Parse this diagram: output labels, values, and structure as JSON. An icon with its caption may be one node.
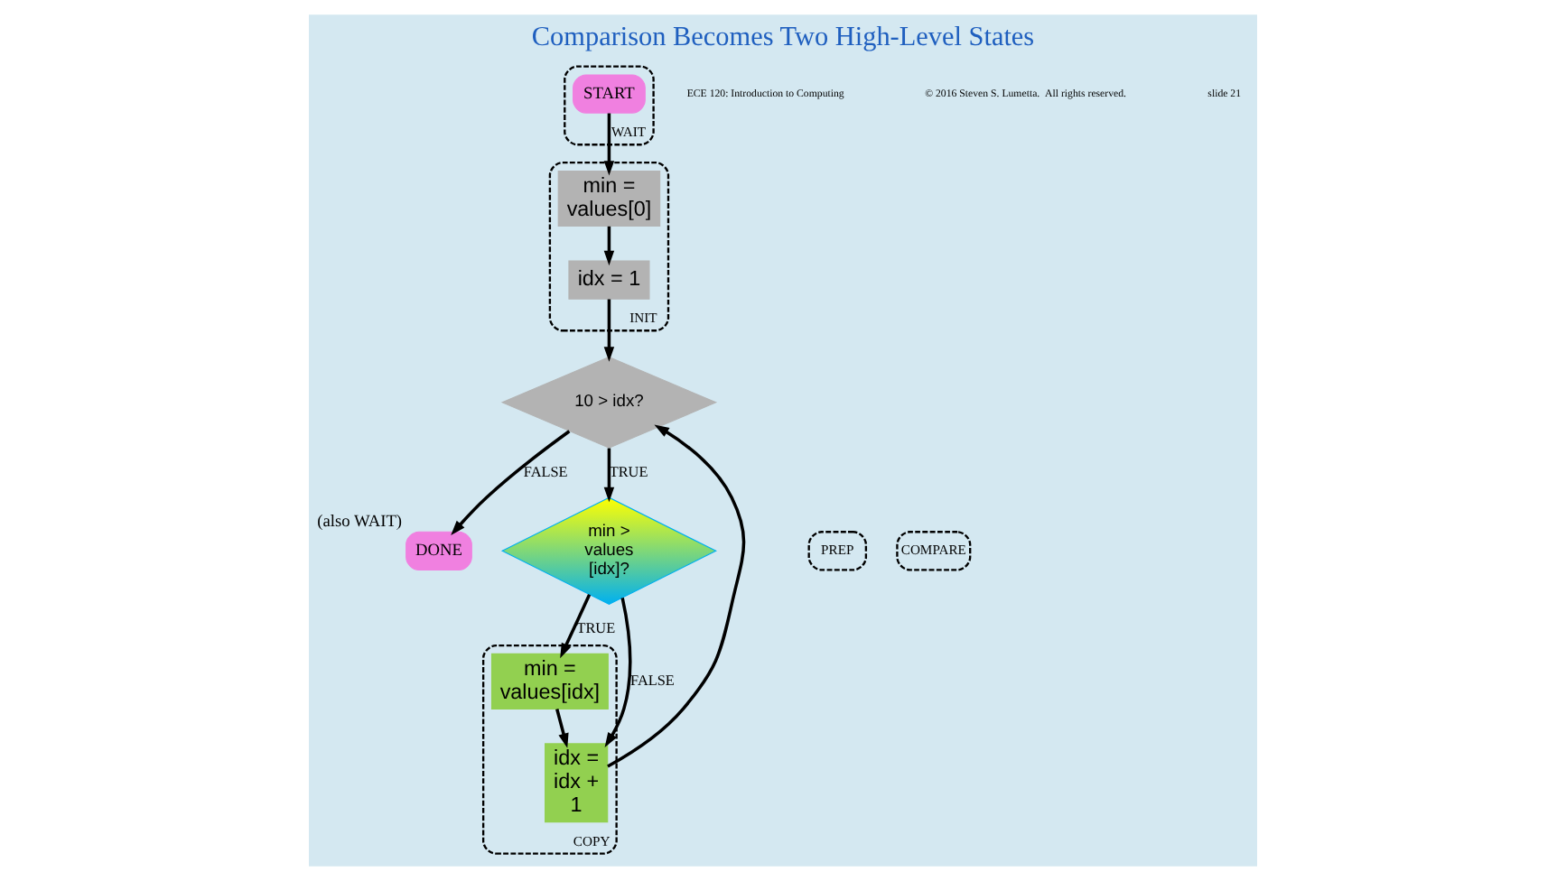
{
  "diagram": {
    "title": "Comparison Becomes Two High-Level States",
    "nodes": [
      {
        "text": [
          "INIT"
        ]
      },
      {
        "text": [
          "idx = 1"
        ],
        "in": 0
      },
      {
        "text": [
          "min = values[0]"
        ],
        "in": 0
      },
      {
        "text": [
          "WAIT"
        ]
      },
      {
        "text": [
          "START"
        ],
        "in": 3
      },
      {
        "text": [
          "10 > idx?"
        ]
      },
      {
        "text": [
          "DONE"
        ],
        "beside": [
          "(also WAIT)"
        ]
      },
      {
        "text": [
          "PREP"
        ]
      },
      {
        "text": [
          "COMPARE"
        ]
      },
      {
        "text": [
          "min > values [idx]?"
        ]
      },
      {
        "text": [
          "COPY"
        ]
      },
      {
        "text": [
          "idx = idx + 1"
        ],
        "in": 10
      },
      {
        "text": [
          "min = values[idx]"
        ],
        "in": 10
      }
    ],
    "edges": [
      {
        "from": 4,
        "to": 2,
        "arrow": "to"
      },
      {
        "from": 2,
        "to": 1,
        "arrow": "to"
      },
      {
        "from": 1,
        "to": 5,
        "arrow": "to"
      },
      {
        "from": 5,
        "to": 6,
        "label": "FALSE",
        "arrow": "to"
      },
      {
        "from": 5,
        "to": 9,
        "label": "TRUE",
        "arrow": "to"
      },
      {
        "from": 9,
        "to": 12,
        "label": "TRUE",
        "arrow": "to"
      },
      {
        "from": 9,
        "to": 11,
        "label": "FALSE",
        "arrow": "to"
      },
      {
        "from": 12,
        "to": 11,
        "arrow": "to"
      },
      {
        "from": 11,
        "to": 5,
        "arrow": "to"
      }
    ],
    "labels": [
      "ECE 120: Introduction to Computing",
      "© 2016 Steven S. Lumetta.  All rights reserved.",
      "slide 21"
    ]
  }
}
